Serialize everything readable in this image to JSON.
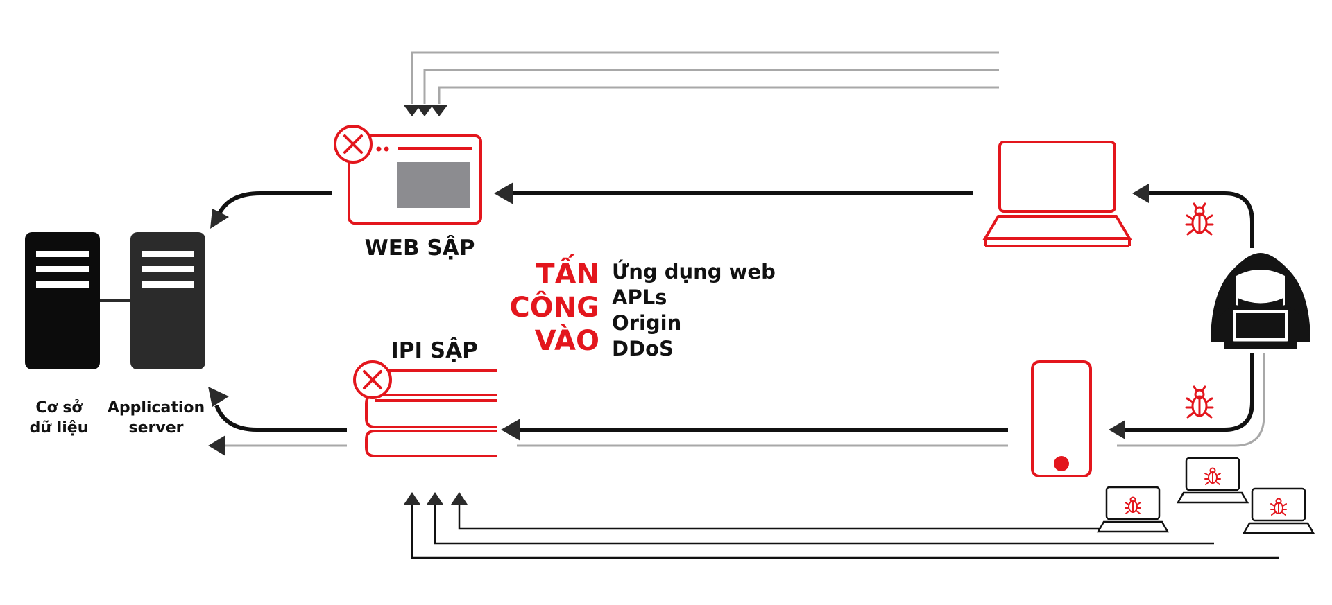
{
  "colors": {
    "red": "#e3161d",
    "black": "#111111",
    "dark": "#2b2b2b",
    "gray": "#9a9a9a",
    "screen_gray": "#8c8c90"
  },
  "labels": {
    "web_down": "WEB SẬP",
    "ipi_down": "IPI SẬP",
    "database": "Cơ sở\ndữ liệu",
    "app_server": "Application\nserver"
  },
  "attack": {
    "heading": [
      "TẤN",
      "CÔNG",
      "VÀO"
    ],
    "targets": [
      "Ứng dụng web",
      "APLs",
      "Origin",
      "DDoS"
    ]
  },
  "icons": [
    "database-server-icon",
    "application-server-icon",
    "web-browser-error-icon",
    "api-stack-error-icon",
    "laptop-icon",
    "mobile-phone-icon",
    "hacker-icon",
    "bug-icon",
    "infected-laptop-icon"
  ]
}
